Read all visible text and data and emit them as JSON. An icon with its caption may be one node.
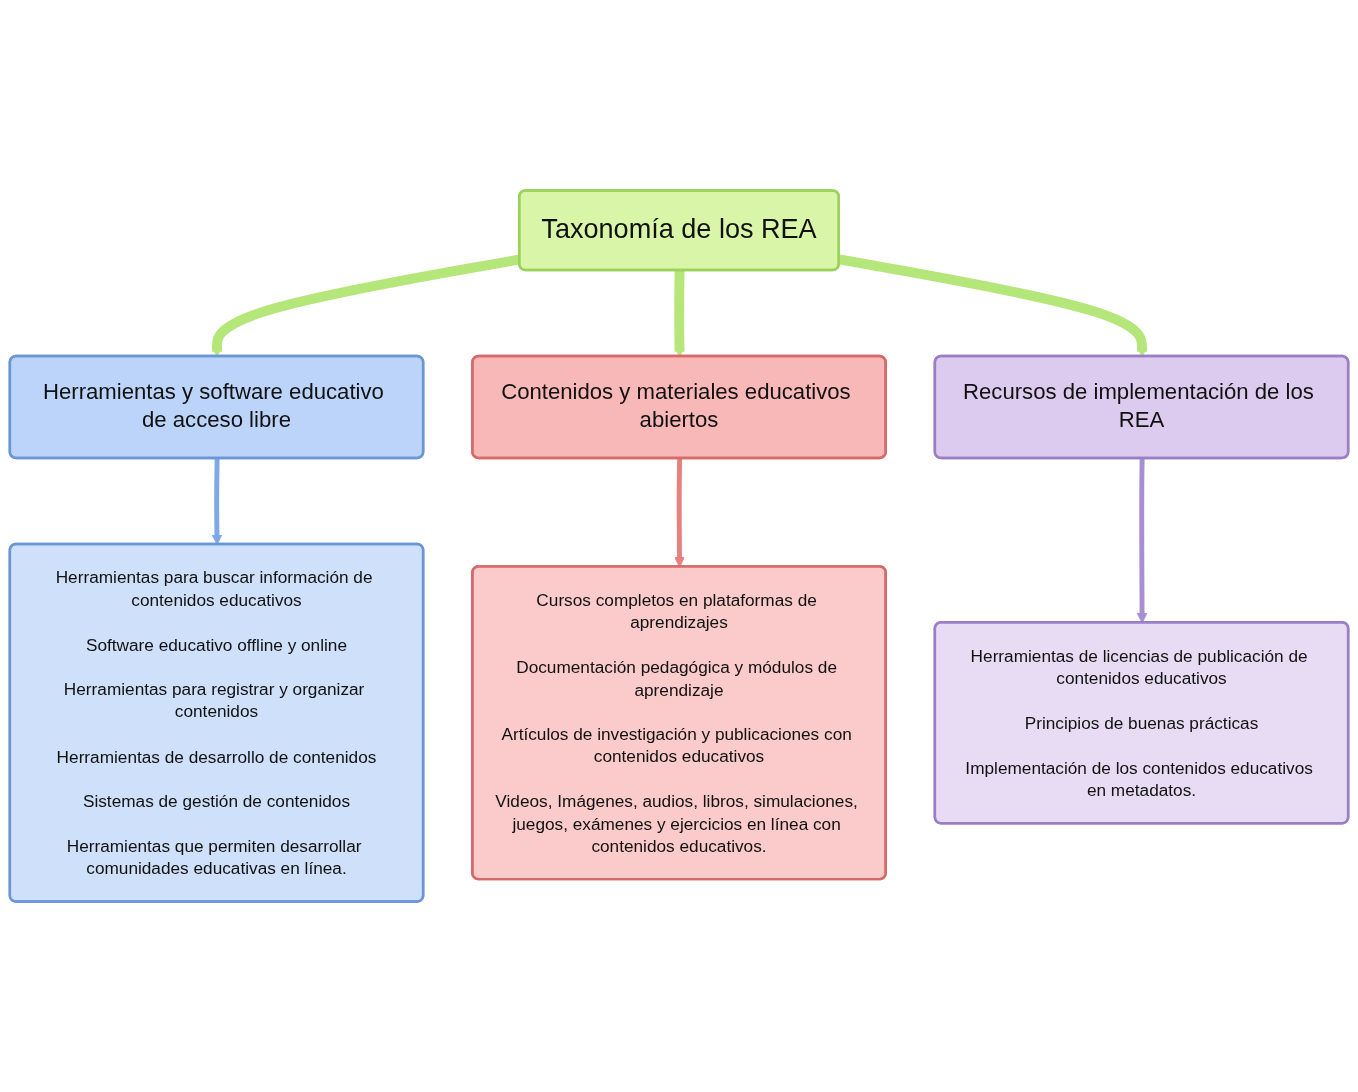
{
  "diagram": {
    "nodes": [
      {
        "text": [
          "Taxonomía de los REA"
        ]
      },
      {
        "text": [
          "Herramientas y software educativo de acceso libre"
        ]
      },
      {
        "text": [
          "Contenidos y materiales educativos abiertos"
        ]
      },
      {
        "text": [
          "Recursos de implementación de los REA"
        ]
      },
      {
        "text": [
          "Herramientas para buscar información de contenidos educativos",
          "Software educativo offline y online",
          "Herramientas para registrar y organizar contenidos",
          "Herramientas de desarrollo de contenidos",
          "Sistemas de gestión de contenidos",
          "Herramientas que permiten desarrollar comunidades educativas en línea."
        ]
      },
      {
        "text": [
          "Cursos completos en plataformas de aprendizajes",
          "Documentación pedagógica y módulos de aprendizaje",
          "Artículos de investigación y publicaciones con contenidos educativos",
          "Videos, Imágenes, audios, libros, simulaciones, juegos, exámenes y ejercicios en línea con contenidos educativos."
        ]
      },
      {
        "text": [
          "Herramientas de licencias de publicación de contenidos educativos",
          "Principios de buenas prácticas",
          "Implementación de los contenidos educativos en metadatos."
        ]
      }
    ],
    "edges": [
      {
        "from": 0,
        "to": 1,
        "arrow": "to",
        "style": "thick",
        "color": "#b5e67a"
      },
      {
        "from": 0,
        "to": 2,
        "arrow": "to",
        "style": "thick",
        "color": "#b5e67a"
      },
      {
        "from": 0,
        "to": 3,
        "arrow": "to",
        "style": "thick",
        "color": "#b5e67a"
      },
      {
        "from": 1,
        "to": 4,
        "arrow": "to",
        "color": "#7fa8e8"
      },
      {
        "from": 2,
        "to": 5,
        "arrow": "to",
        "color": "#e88080"
      },
      {
        "from": 3,
        "to": 6,
        "arrow": "to",
        "color": "#a88fd4"
      }
    ]
  }
}
